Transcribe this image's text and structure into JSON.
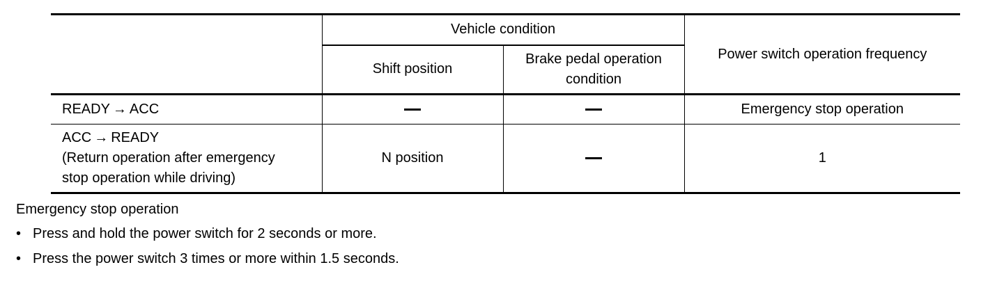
{
  "table": {
    "header": {
      "vehicle_condition": "Vehicle condition",
      "shift_position": "Shift position",
      "brake_pedal": "Brake pedal operation condition",
      "brake_pedal_line1": "Brake pedal operation",
      "brake_pedal_line2": "condition",
      "power_switch_frequency": "Power switch operation frequency"
    },
    "rows": [
      {
        "state_from": "READY",
        "arrow": "→",
        "state_to": "ACC",
        "shift_position": "—",
        "brake_pedal": "—",
        "frequency": "Emergency stop operation"
      },
      {
        "state_from": "ACC",
        "arrow": "→",
        "state_to": "READY",
        "description_line1": "(Return operation after emergency",
        "description_line2": "stop operation while driving)",
        "shift_position": "N position",
        "brake_pedal": "—",
        "frequency": "1"
      }
    ]
  },
  "notes": {
    "title": "Emergency stop operation",
    "bullet": "•",
    "items": [
      "Press and hold the power switch for 2 seconds or more.",
      "Press the power switch 3 times or more within 1.5 seconds."
    ]
  }
}
